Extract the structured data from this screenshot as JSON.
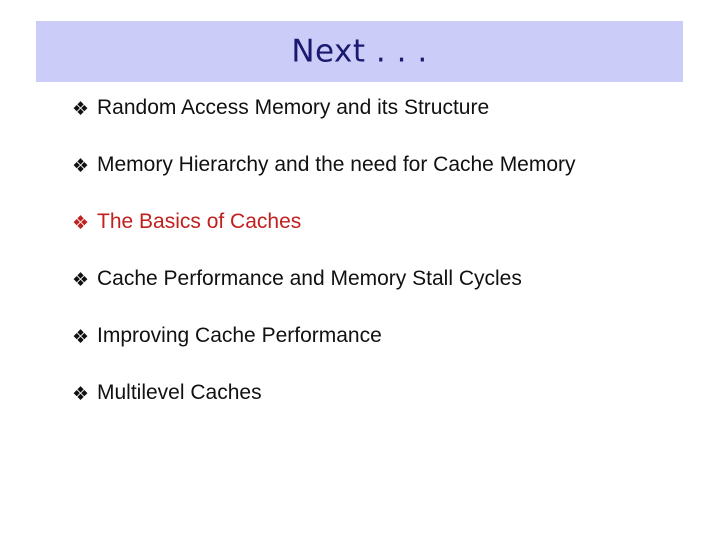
{
  "slide": {
    "title": "Next . . .",
    "title_band_color": "#ccccf8",
    "title_color": "#191970",
    "background_color": "#ffffff"
  },
  "bullets": {
    "marker_glyph": "❖",
    "marker_name": "four-pointed-star-bullet",
    "items": [
      {
        "label": "Random Access Memory and its Structure",
        "color": "#111111",
        "tone": "dark"
      },
      {
        "label": "Memory Hierarchy and the need for Cache Memory",
        "color": "#111111",
        "tone": "dark"
      },
      {
        "label": "The Basics of Caches",
        "color": "#c0201e",
        "tone": "red"
      },
      {
        "label": "Cache Performance and Memory Stall Cycles",
        "color": "#111111",
        "tone": "dark"
      },
      {
        "label": "Improving Cache Performance",
        "color": "#111111",
        "tone": "dark"
      },
      {
        "label": "Multilevel Caches",
        "color": "#111111",
        "tone": "dark"
      }
    ]
  }
}
